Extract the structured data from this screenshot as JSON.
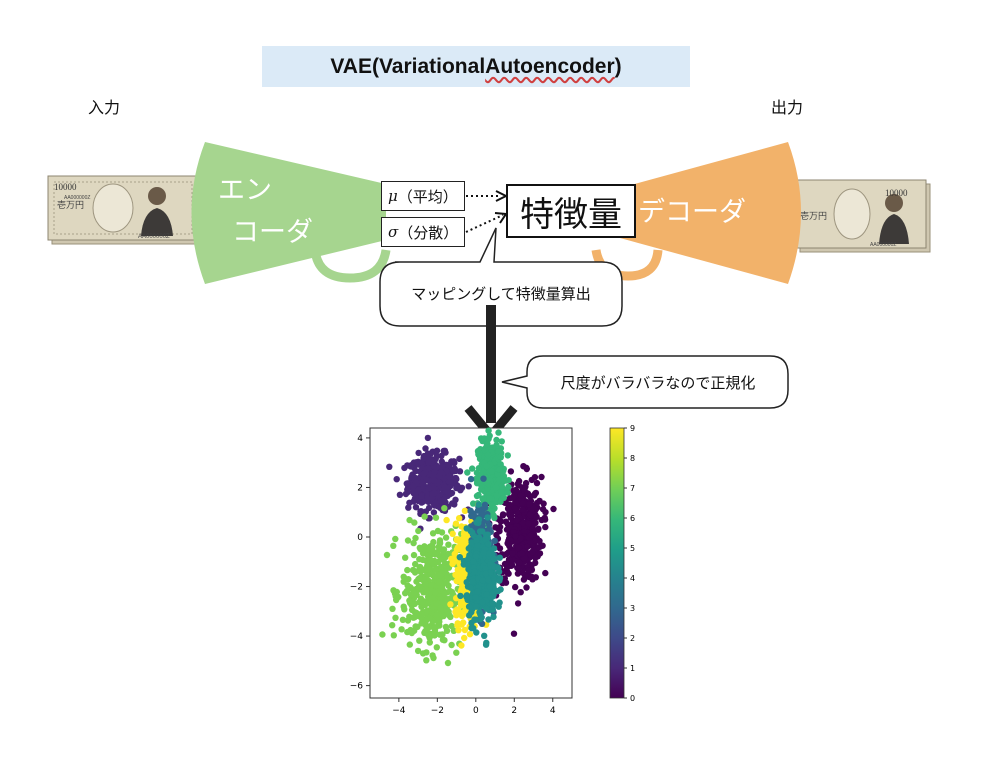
{
  "title": {
    "prefix": "VAE(Variational ",
    "underlined": "Autoencoder",
    "suffix": ")"
  },
  "labels": {
    "input": "入力",
    "output": "出力"
  },
  "encoder": {
    "line1": "エン",
    "line2": "コーダ"
  },
  "decoder": {
    "text": "デコーダ"
  },
  "mu_box": {
    "symbol": "μ",
    "text": "（平均）"
  },
  "sigma_box": {
    "symbol": "σ",
    "text": "（分散）"
  },
  "feature": {
    "text": "特徴量"
  },
  "callouts": {
    "mapping": "マッピングして特徴量算出",
    "scale": "尺度がバラバラなので正規化"
  },
  "banknote_left": {
    "corner_number": "10000",
    "serial": "AA000000Z",
    "denomination": "壱万円"
  },
  "banknote_right": {
    "corner_number": "10000",
    "serial": "AA000000Z",
    "denomination": "壱万円"
  },
  "colors": {
    "encoder": "#a6d58f",
    "decoder": "#f2b26a",
    "title_bg": "#dbeaf7",
    "arrow": "#222222"
  },
  "chart_data": {
    "type": "scatter",
    "title": "",
    "xlabel": "",
    "ylabel": "",
    "xlim": [
      -5.5,
      5
    ],
    "ylim": [
      -6.5,
      4.4
    ],
    "xticks": [
      "-4",
      "-2",
      "0",
      "2",
      "4"
    ],
    "yticks": [
      "4",
      "2",
      "0",
      "-2",
      "-4",
      "-6"
    ],
    "colorbar": {
      "min": 0,
      "max": 9,
      "ticks": [
        "0",
        "1",
        "2",
        "3",
        "4",
        "5",
        "6",
        "7",
        "8",
        "9"
      ],
      "colormap": "viridis"
    },
    "clusters": [
      {
        "label": 1,
        "center": [
          -2.2,
          2.2
        ],
        "spread": [
          1.2,
          1.0
        ],
        "color": "#482878"
      },
      {
        "label": 0,
        "center": [
          2.3,
          0.3
        ],
        "spread": [
          1.0,
          1.9
        ],
        "color": "#440154"
      },
      {
        "label": 6,
        "center": [
          0.8,
          2.5
        ],
        "spread": [
          0.6,
          1.2
        ],
        "color": "#35b779"
      },
      {
        "label": 7,
        "center": [
          -2.3,
          -2.2
        ],
        "spread": [
          1.4,
          2.1
        ],
        "color": "#7ad151"
      },
      {
        "label": 9,
        "center": [
          -0.4,
          -1.4
        ],
        "spread": [
          0.6,
          1.8
        ],
        "color": "#fde725"
      },
      {
        "label": 3,
        "center": [
          0.3,
          -0.8
        ],
        "spread": [
          0.5,
          1.6
        ],
        "color": "#31688e"
      },
      {
        "label": 5,
        "center": [
          0.3,
          -1.6
        ],
        "spread": [
          0.7,
          1.6
        ],
        "color": "#21918c"
      }
    ]
  }
}
